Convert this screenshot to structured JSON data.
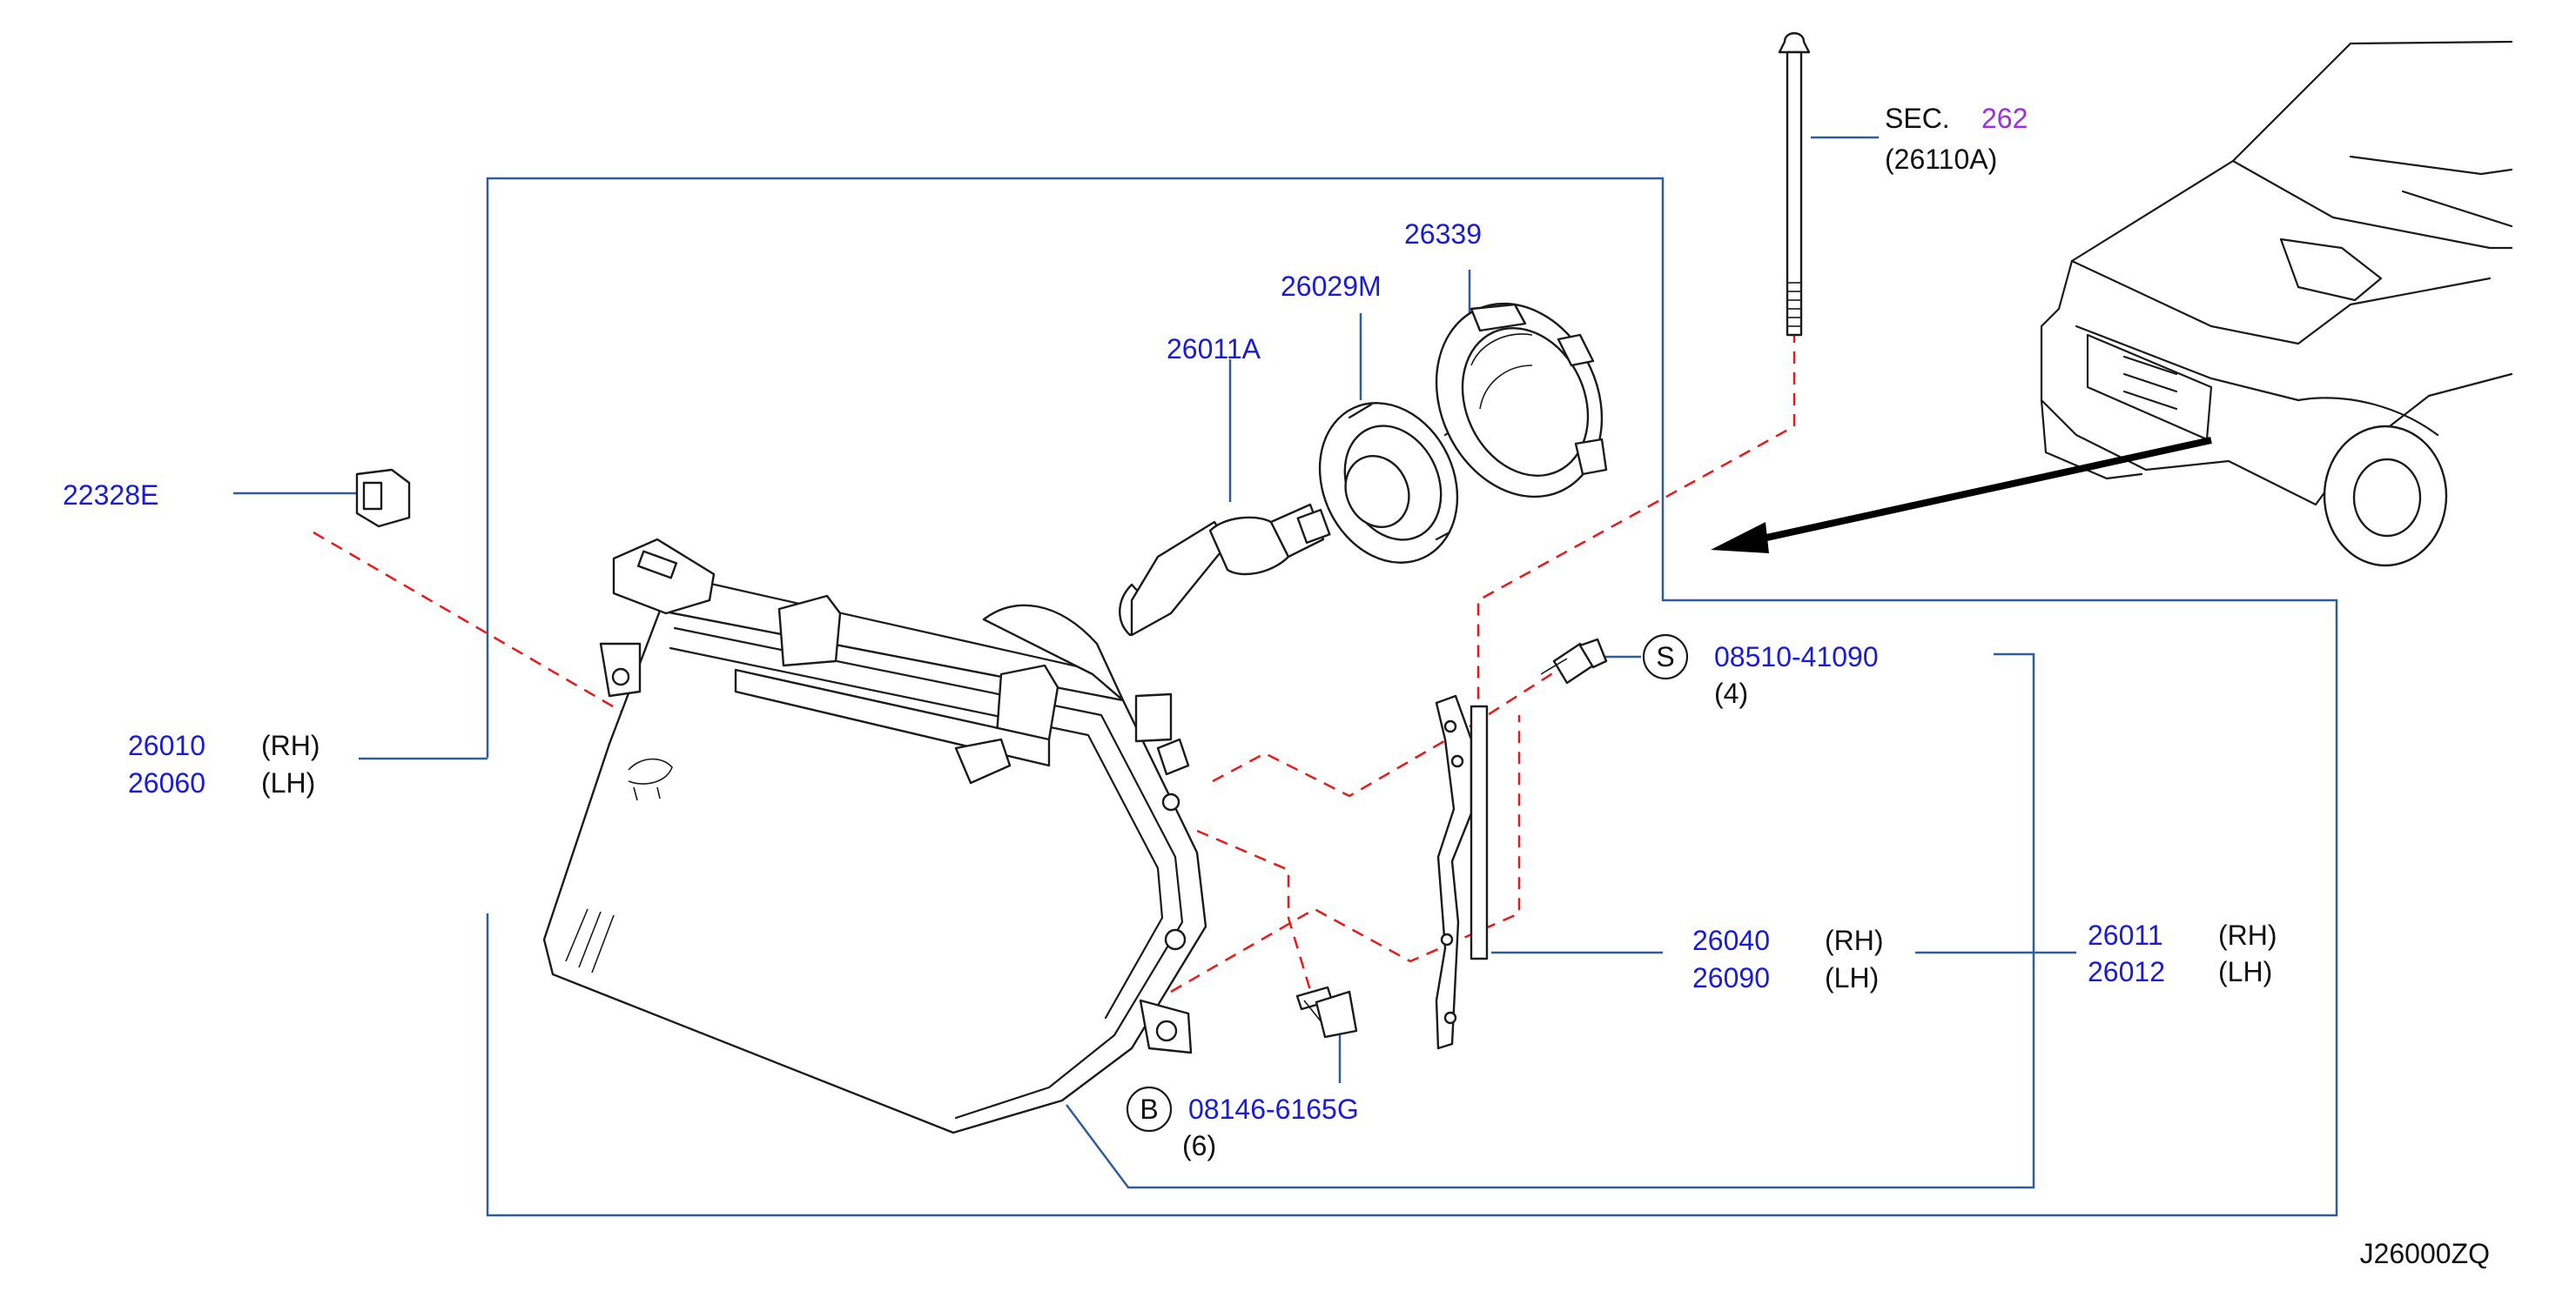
{
  "diagram_code": "J26000ZQ",
  "section_ref": {
    "prefix": "SEC.",
    "number": "262",
    "part": "(26110A)"
  },
  "parts": {
    "clip": "22328E",
    "bulb": "26011A",
    "bulb_socket": "26029M",
    "cap": "26339",
    "headlamp_rh": "26010",
    "headlamp_lh": "26060",
    "bracket_rh": "26040",
    "bracket_lh": "26090",
    "assembly_rh": "26011",
    "assembly_lh": "26012"
  },
  "sides": {
    "rh": "(RH)",
    "lh": "(LH)"
  },
  "fasteners": {
    "screw": {
      "symbol": "S",
      "part": "08510-41090",
      "qty": "(4)"
    },
    "bolt": {
      "symbol": "B",
      "part": "08146-6165G",
      "qty": "(6)"
    }
  },
  "colors": {
    "part_number": "#1a1adb",
    "section_link": "#9a2fe0",
    "leader": "#2f5d9a",
    "dashed": "#e8191c"
  }
}
